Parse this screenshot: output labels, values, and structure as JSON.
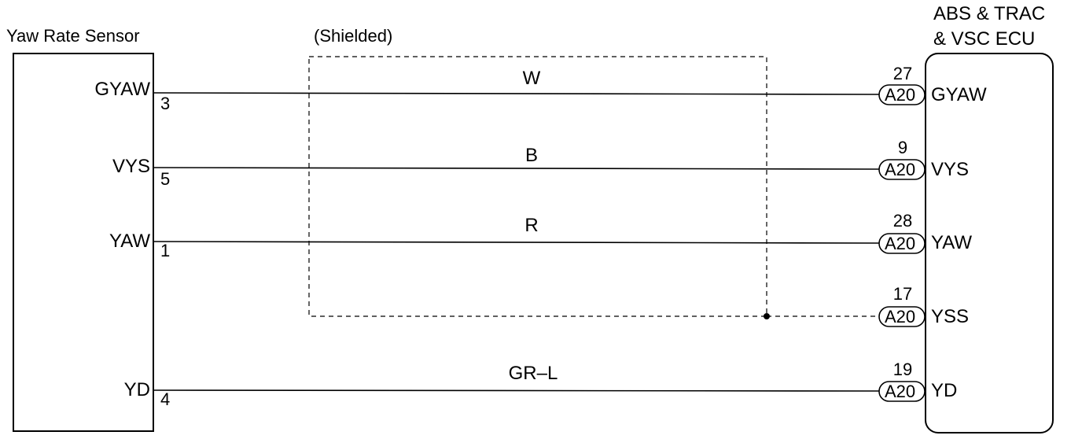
{
  "sensor": {
    "title": "Yaw Rate Sensor"
  },
  "ecu": {
    "title_line1": "ABS & TRAC",
    "title_line2": "& VSC ECU"
  },
  "shield": {
    "label": "(Shielded)"
  },
  "connector": "A20",
  "wires": [
    {
      "left_signal": "GYAW",
      "left_pin": "3",
      "color": "W",
      "right_pin": "27",
      "right_signal": "GYAW"
    },
    {
      "left_signal": "VYS",
      "left_pin": "5",
      "color": "B",
      "right_pin": "9",
      "right_signal": "VYS"
    },
    {
      "left_signal": "YAW",
      "left_pin": "1",
      "color": "R",
      "right_pin": "28",
      "right_signal": "YAW"
    },
    {
      "left_signal": "",
      "left_pin": "",
      "color": "",
      "right_pin": "17",
      "right_signal": "YSS"
    },
    {
      "left_signal": "YD",
      "left_pin": "4",
      "color": "GR–L",
      "right_pin": "19",
      "right_signal": "YD"
    }
  ]
}
